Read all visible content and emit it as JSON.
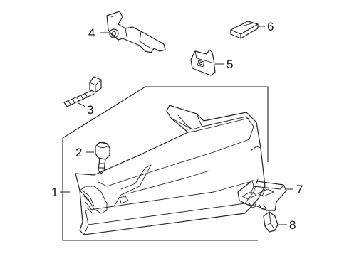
{
  "callouts": [
    {
      "id": "1",
      "label": "1",
      "part": "glove-box-assembly"
    },
    {
      "id": "2",
      "label": "2",
      "part": "bumper-stop"
    },
    {
      "id": "3",
      "label": "3",
      "part": "bolt"
    },
    {
      "id": "4",
      "label": "4",
      "part": "damper-bracket"
    },
    {
      "id": "5",
      "label": "5",
      "part": "clip-bracket"
    },
    {
      "id": "6",
      "label": "6",
      "part": "pad"
    },
    {
      "id": "7",
      "label": "7",
      "part": "latch-housing"
    },
    {
      "id": "8",
      "label": "8",
      "part": "clip"
    }
  ]
}
